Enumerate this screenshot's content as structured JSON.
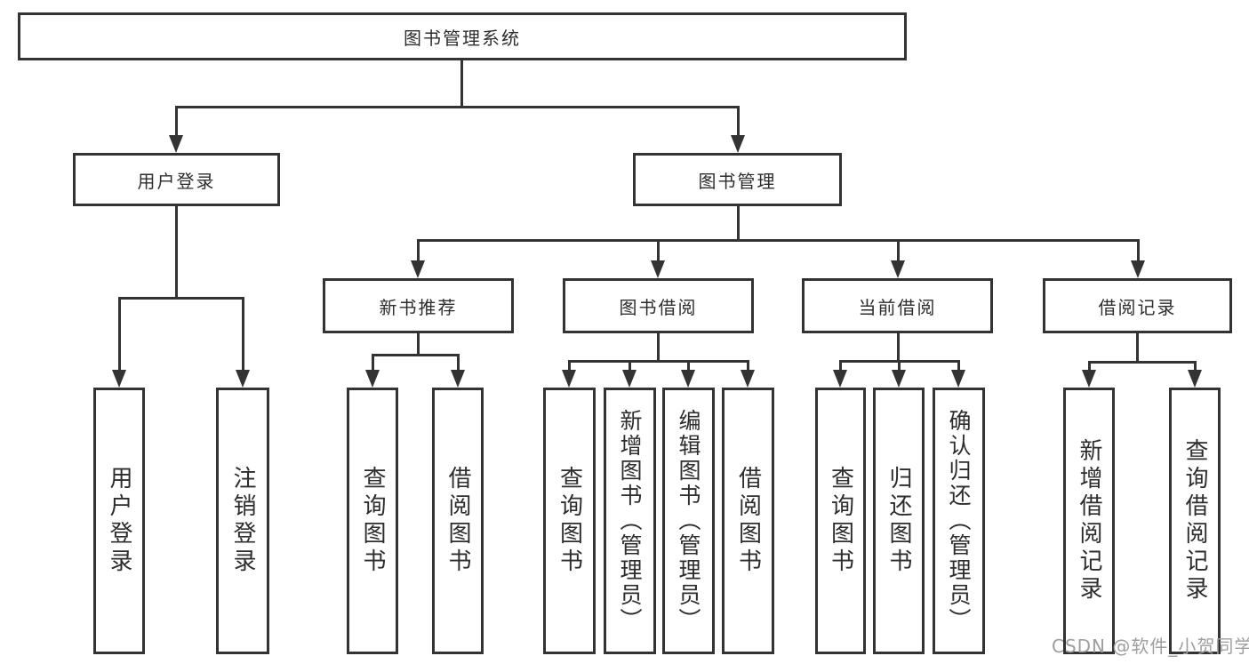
{
  "diagram_title": "图书管理系统",
  "tree": {
    "label": "图书管理系统",
    "children": [
      {
        "label": "用户登录",
        "children": [
          {
            "label": "用户登录"
          },
          {
            "label": "注销登录"
          }
        ]
      },
      {
        "label": "图书管理",
        "children": [
          {
            "label": "新书推荐",
            "children": [
              {
                "label": "查询图书"
              },
              {
                "label": "借阅图书"
              }
            ]
          },
          {
            "label": "图书借阅",
            "children": [
              {
                "label": "查询图书"
              },
              {
                "label": "新增图书（管理员）"
              },
              {
                "label": "编辑图书（管理员）"
              },
              {
                "label": "借阅图书"
              }
            ]
          },
          {
            "label": "当前借阅",
            "children": [
              {
                "label": "查询图书"
              },
              {
                "label": "归还图书"
              },
              {
                "label": "确认归还（管理员）"
              }
            ]
          },
          {
            "label": "借阅记录",
            "children": [
              {
                "label": "新增借阅记录"
              },
              {
                "label": "查询借阅记录"
              }
            ]
          }
        ]
      }
    ]
  },
  "watermark": {
    "text": "CSDN @软件_小贺同学"
  },
  "colors": {
    "line": "#333333",
    "text": "#2d2d2d",
    "watermark": "#9e9e9e",
    "background": "#ffffff"
  }
}
